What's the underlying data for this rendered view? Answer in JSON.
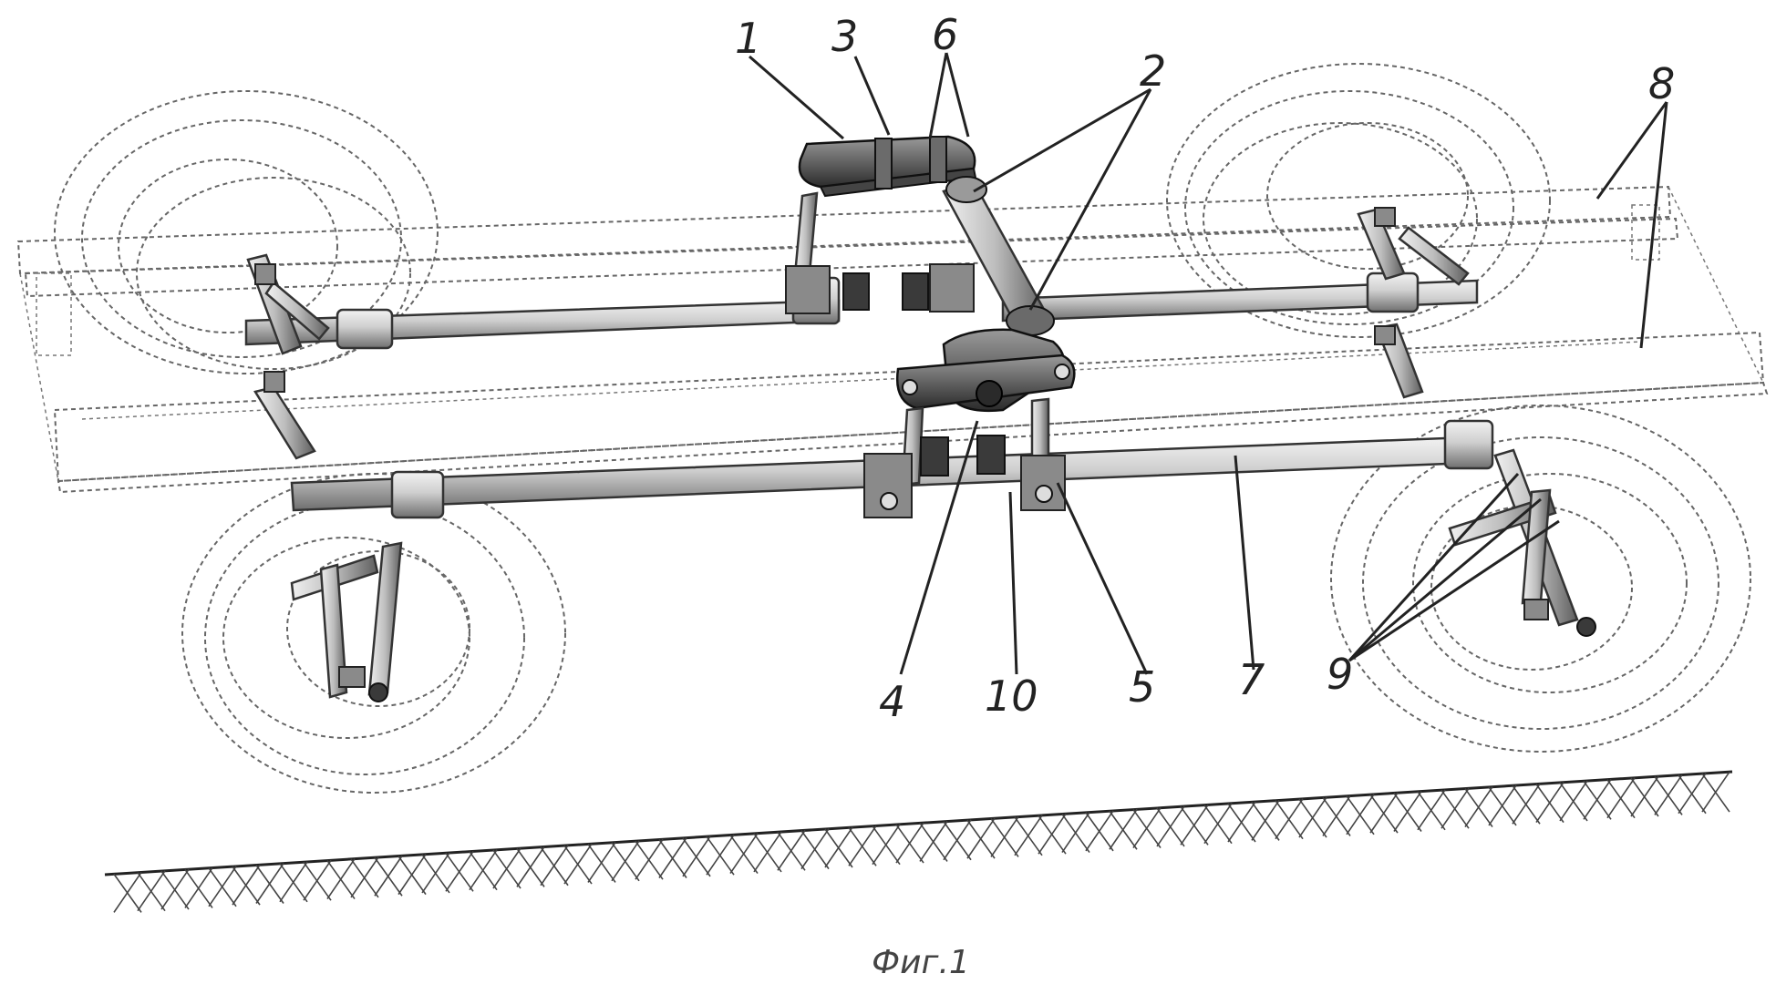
{
  "figure": {
    "caption": "Фиг.1",
    "labels": {
      "l1": "1",
      "l2": "2",
      "l3": "3",
      "l4": "4",
      "l5": "5",
      "l6": "6",
      "l7": "7",
      "l8": "8",
      "l9": "9",
      "l10": "10"
    }
  }
}
